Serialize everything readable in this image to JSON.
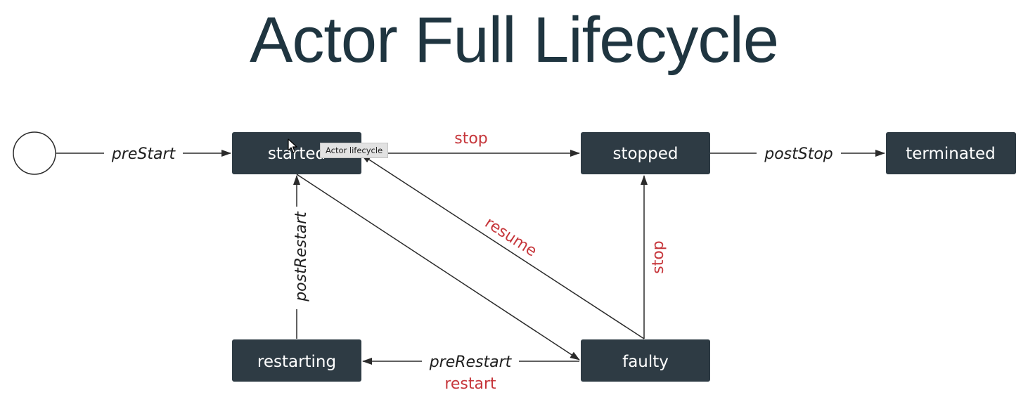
{
  "title": "Actor Full Lifecycle",
  "states": {
    "started": "started",
    "stopped": "stopped",
    "terminated": "terminated",
    "restarting": "restarting",
    "faulty": "faulty"
  },
  "hooks": {
    "pre_start": "preStart",
    "post_stop": "postStop",
    "post_restart": "postRestart",
    "pre_restart": "preRestart"
  },
  "messages": {
    "stop_top": "stop",
    "resume": "resume",
    "stop_right": "stop",
    "restart": "restart"
  },
  "tooltip": "Actor lifecycle",
  "colors": {
    "title": "#1f3540",
    "state_box": "#2e3b44",
    "message": "#c6363b",
    "hook": "#1e1e1e"
  }
}
